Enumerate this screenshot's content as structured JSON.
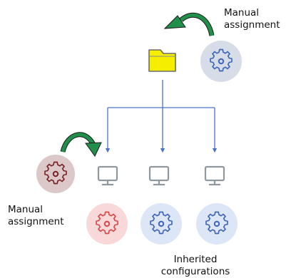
{
  "labels": {
    "top_manual": [
      "Manual",
      "assignment"
    ],
    "left_manual": [
      "Manual",
      "assignment"
    ],
    "inherited": [
      "Inherited",
      "configurations"
    ]
  },
  "colors": {
    "connector": "#4a72c8",
    "curved_arrow": "#1f8f4a",
    "folder": "#f5ee00",
    "gear_blue_bg": "#d6dde8",
    "gear_blue_stroke": "#3f66b8",
    "gear_red_bg": "#f8d8d8",
    "gear_red_stroke": "#d84a4a",
    "gear_dark_bg": "#dcc7c9",
    "gear_dark_stroke": "#7a2528",
    "gear_light_bg": "#dce6f6",
    "monitor_stroke": "#8f979f"
  },
  "icons": {
    "folder": "folder-icon",
    "gear": "gear-icon",
    "monitor": "monitor-icon",
    "curved_arrow": "curved-arrow-icon"
  }
}
